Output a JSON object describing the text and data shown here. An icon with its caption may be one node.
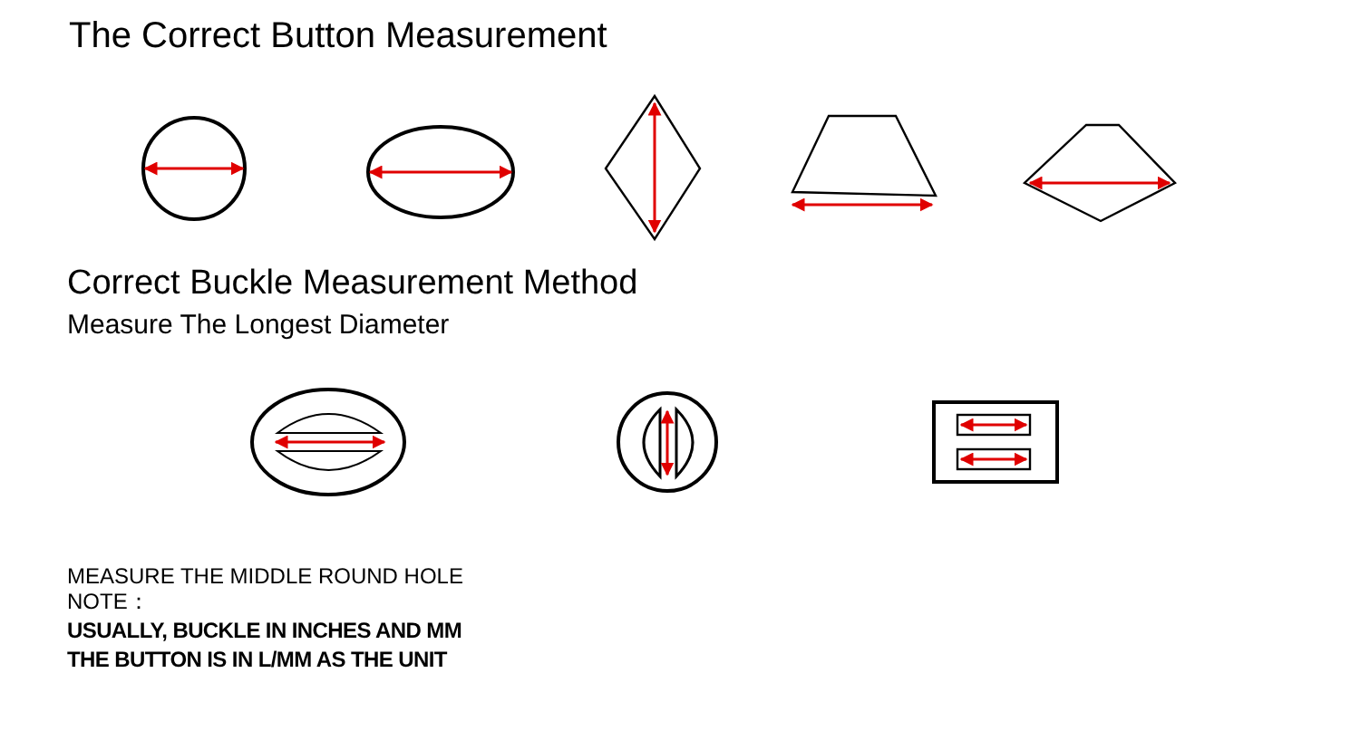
{
  "diagram": {
    "title": "The Correct Button Measurement",
    "labels": [
      "Correct Buckle Measurement Method",
      "Measure The Longest Diameter",
      "MEASURE THE MIDDLE ROUND HOLE",
      "NOTE：",
      "USUALLY, BUCKLE IN INCHES AND MM",
      "THE BUTTON IS IN L/MM AS THE UNIT"
    ]
  }
}
